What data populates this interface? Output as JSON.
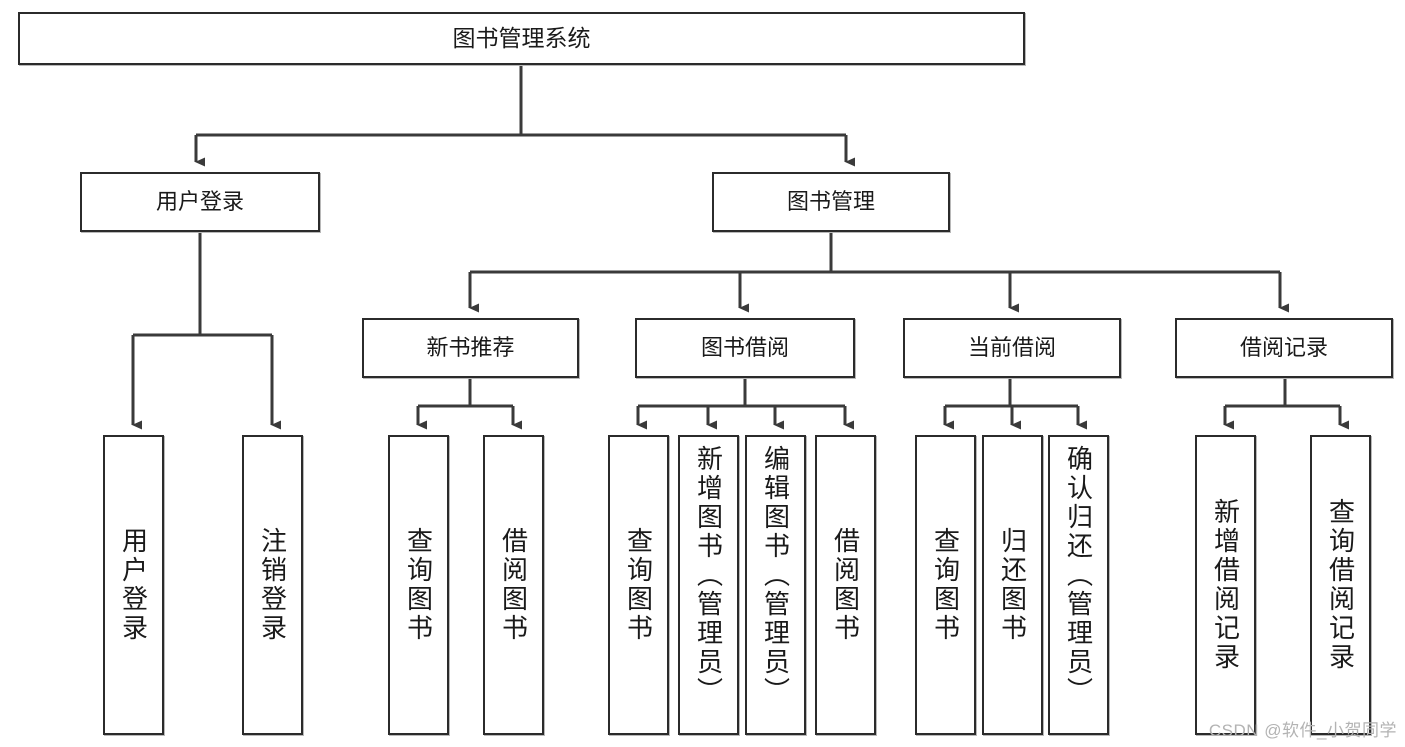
{
  "diagram": {
    "title": "图书管理系统",
    "type": "hierarchy-tree",
    "watermark": "CSDN @软件_小贺同学",
    "colors": {
      "box_border": "#2b2b2b",
      "box_fill": "#ffffff",
      "connector": "#3a3a3a",
      "text": "#1a1a1a",
      "watermark": "#b3b3b3",
      "background": "#ffffff"
    }
  },
  "nodes": {
    "root": {
      "label": "图书管理系统"
    },
    "level1": [
      {
        "id": "user-login",
        "label": "用户登录"
      },
      {
        "id": "book-manage",
        "label": "图书管理"
      }
    ],
    "level2": [
      {
        "id": "new-book-rec",
        "label": "新书推荐"
      },
      {
        "id": "book-borrow",
        "label": "图书借阅"
      },
      {
        "id": "current-borrow",
        "label": "当前借阅"
      },
      {
        "id": "borrow-record",
        "label": "借阅记录"
      }
    ],
    "leaves": {
      "user_login": [
        {
          "id": "leaf-user-login",
          "label": "用户登录"
        },
        {
          "id": "leaf-logout",
          "label": "注销登录"
        }
      ],
      "new_book_rec": [
        {
          "id": "leaf-query-book-1",
          "label": "查询图书"
        },
        {
          "id": "leaf-borrow-book-1",
          "label": "借阅图书"
        }
      ],
      "book_borrow": [
        {
          "id": "leaf-query-book-2",
          "label": "查询图书"
        },
        {
          "id": "leaf-add-book",
          "label": "新增图书（管理员）"
        },
        {
          "id": "leaf-edit-book",
          "label": "编辑图书（管理员）"
        },
        {
          "id": "leaf-borrow-book-2",
          "label": "借阅图书"
        }
      ],
      "current_borrow": [
        {
          "id": "leaf-query-book-3",
          "label": "查询图书"
        },
        {
          "id": "leaf-return-book",
          "label": "归还图书"
        },
        {
          "id": "leaf-confirm-return",
          "label": "确认归还（管理员）"
        }
      ],
      "borrow_record": [
        {
          "id": "leaf-add-record",
          "label": "新增借阅记录"
        },
        {
          "id": "leaf-query-record",
          "label": "查询借阅记录"
        }
      ]
    }
  }
}
